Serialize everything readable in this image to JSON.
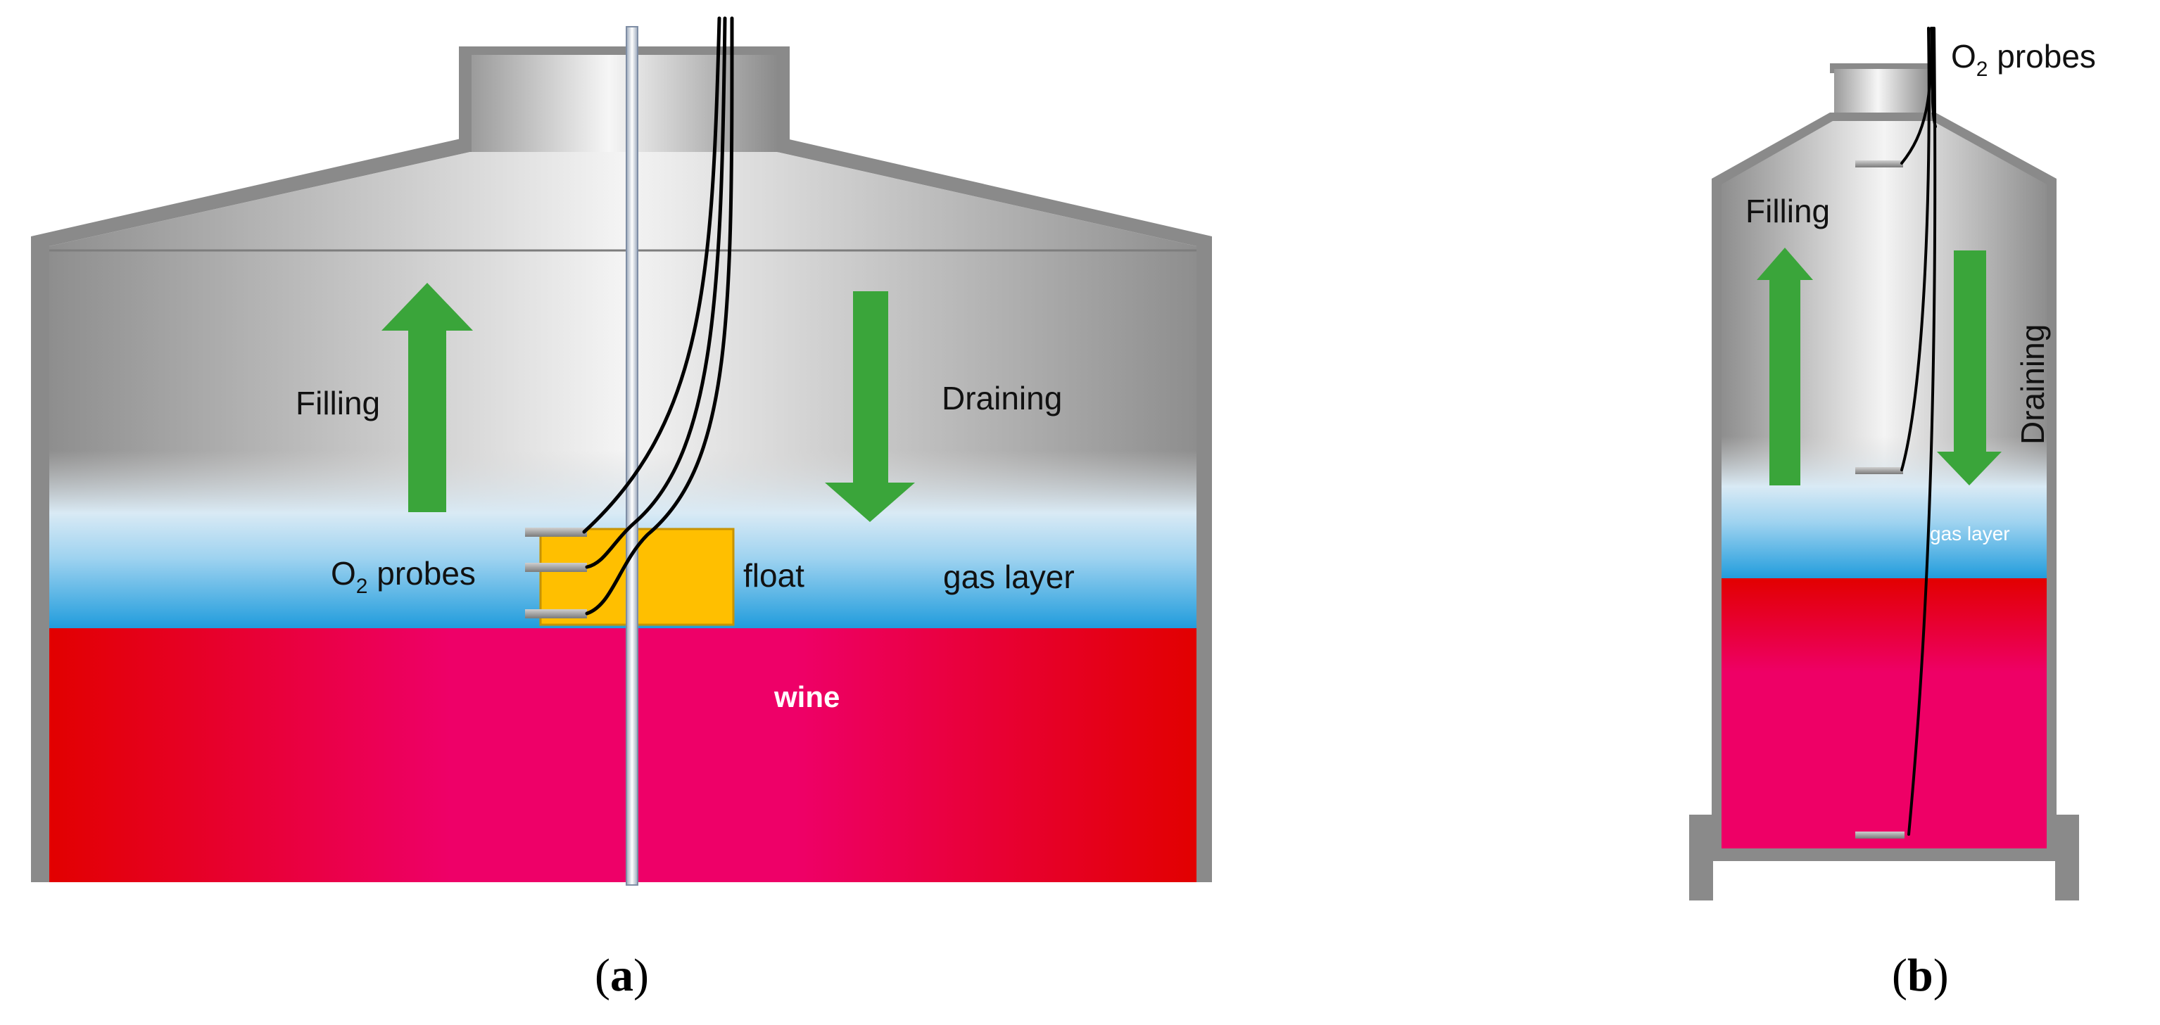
{
  "panel_a": {
    "labels": {
      "filling": "Filling",
      "draining": "Draining",
      "probes_main": "O",
      "probes_sub": "2",
      "probes_rest": " probes",
      "float": "float",
      "gas_layer": "gas layer",
      "wine": "wine"
    },
    "caption": {
      "open": "(",
      "letter": "a",
      "close": ")"
    }
  },
  "panel_b": {
    "labels": {
      "probes_main": "O",
      "probes_sub": "2",
      "probes_rest": " probes",
      "filling": "Filling",
      "draining": "Draining",
      "gas_layer": "gas layer"
    },
    "caption": {
      "open": "(",
      "letter": "b",
      "close": ")"
    }
  },
  "colors": {
    "steel_dark": "#8c8c8c",
    "steel_light": "#f2f2f2",
    "gas_blue": "#2aa0dd",
    "wine_pink": "#ee0066",
    "wine_red": "#e00000",
    "arrow_green": "#3aa53a",
    "float_yellow": "#ffbf00",
    "probe_grey": "#9a9a9a"
  }
}
